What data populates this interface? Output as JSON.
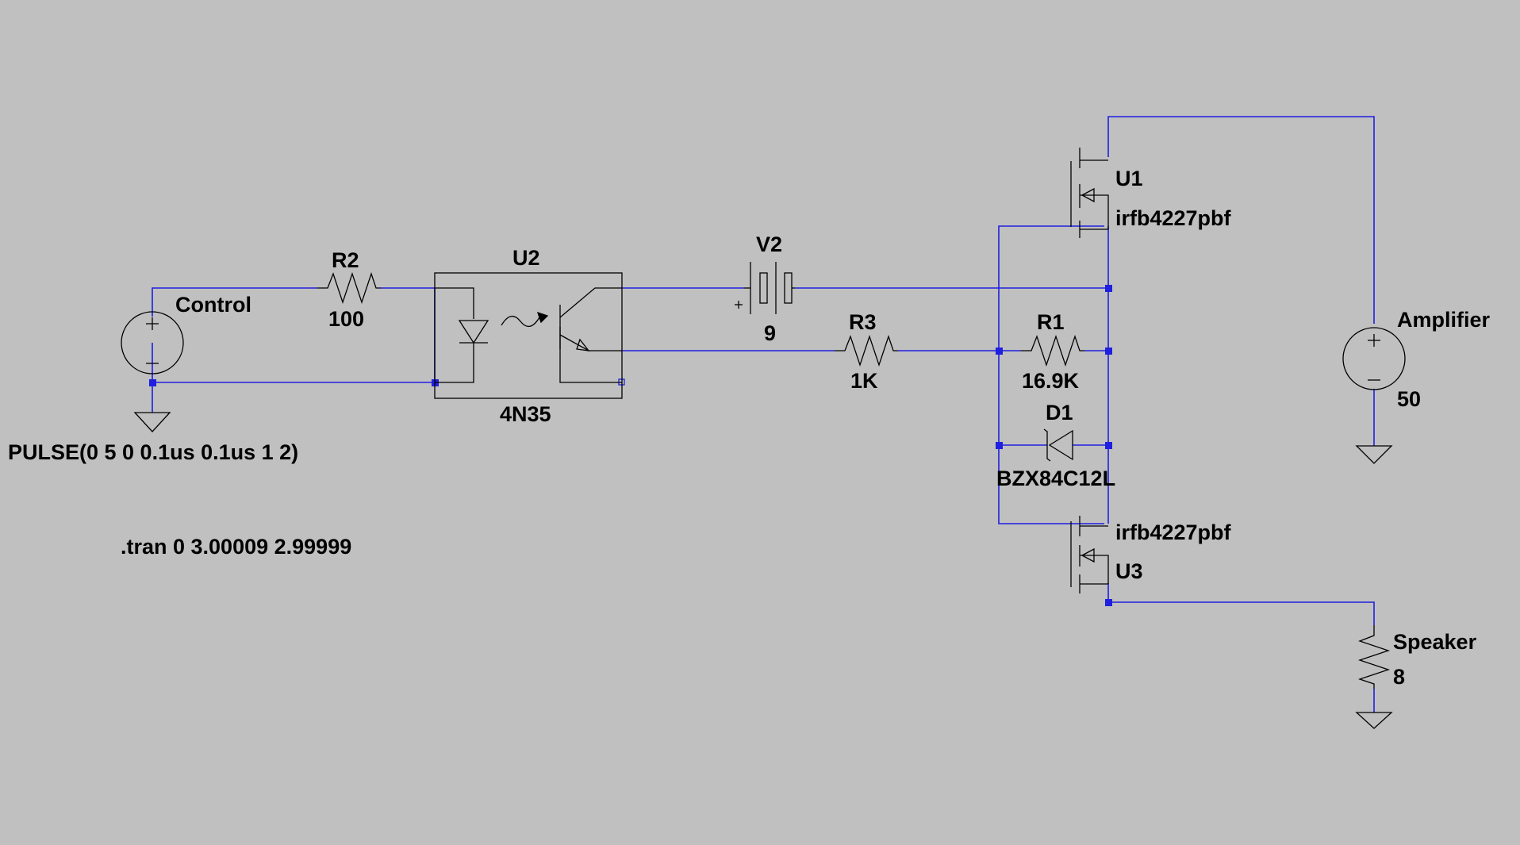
{
  "schematic": {
    "control": {
      "name": "Control",
      "value": "PULSE(0 5 0 0.1us 0.1us 1 2)"
    },
    "r2": {
      "name": "R2",
      "value": "100"
    },
    "u2": {
      "name": "U2",
      "value": "4N35"
    },
    "v2": {
      "name": "V2",
      "value": "9"
    },
    "r3": {
      "name": "R3",
      "value": "1K"
    },
    "r1": {
      "name": "R1",
      "value": "16.9K"
    },
    "d1": {
      "name": "D1",
      "value": "BZX84C12L"
    },
    "u1": {
      "name": "U1",
      "value": "irfb4227pbf"
    },
    "u3": {
      "name": "U3",
      "value": "irfb4227pbf"
    },
    "amplifier": {
      "name": "Amplifier",
      "value": "50"
    },
    "speaker": {
      "name": "Speaker",
      "value": "8"
    },
    "directive": ".tran 0 3.00009 2.99999",
    "colors": {
      "background": "#c0c0c0",
      "wire": "#1f1fe0",
      "symbol": "#000000"
    }
  }
}
